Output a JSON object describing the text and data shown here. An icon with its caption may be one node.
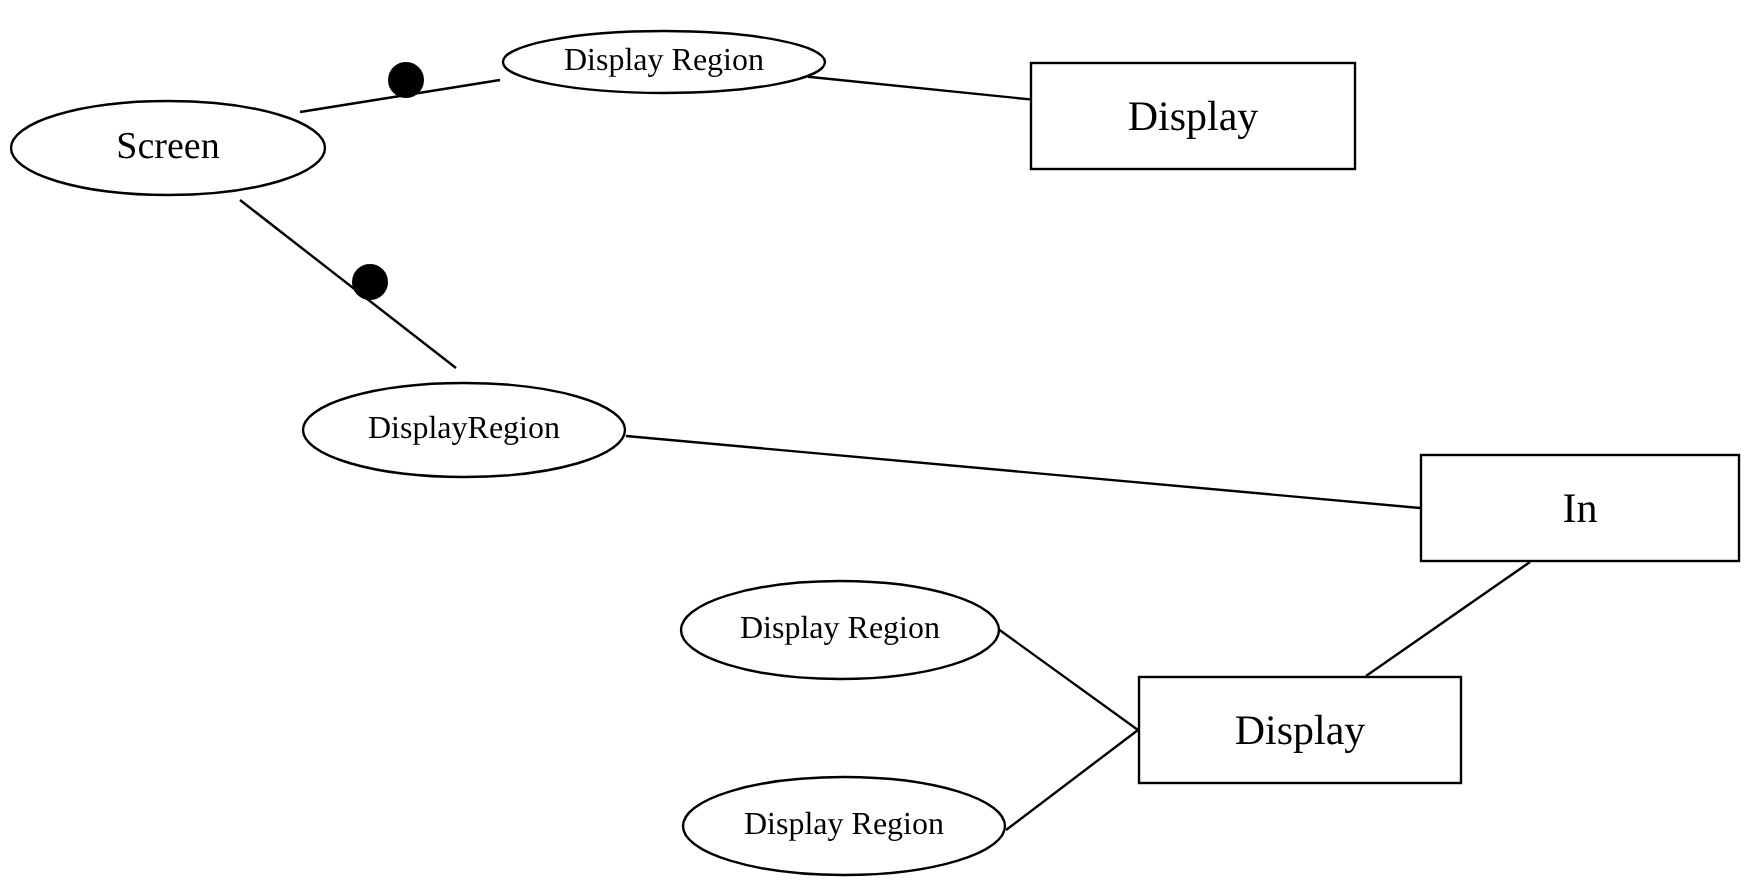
{
  "diagram": {
    "nodes": [
      {
        "text": [
          "Screen"
        ]
      },
      {
        "text": [
          "Display Region"
        ]
      },
      {
        "text": [
          "Display"
        ]
      },
      {
        "text": [
          "DisplayRegion"
        ]
      },
      {
        "text": [
          "In"
        ]
      },
      {
        "text": [
          "Display Region"
        ]
      },
      {
        "text": [
          "Display"
        ]
      },
      {
        "text": [
          "Display Region"
        ]
      }
    ],
    "edges": [
      {
        "from": 0,
        "to": 1,
        "arrow": "none"
      },
      {
        "from": 1,
        "to": 2,
        "arrow": "none"
      },
      {
        "from": 0,
        "to": 3,
        "arrow": "none"
      },
      {
        "from": 3,
        "to": 4,
        "arrow": "none"
      },
      {
        "from": 4,
        "to": 6,
        "arrow": "none"
      },
      {
        "from": 5,
        "to": 6,
        "arrow": "none"
      },
      {
        "from": 7,
        "to": 6,
        "arrow": "none"
      }
    ]
  }
}
